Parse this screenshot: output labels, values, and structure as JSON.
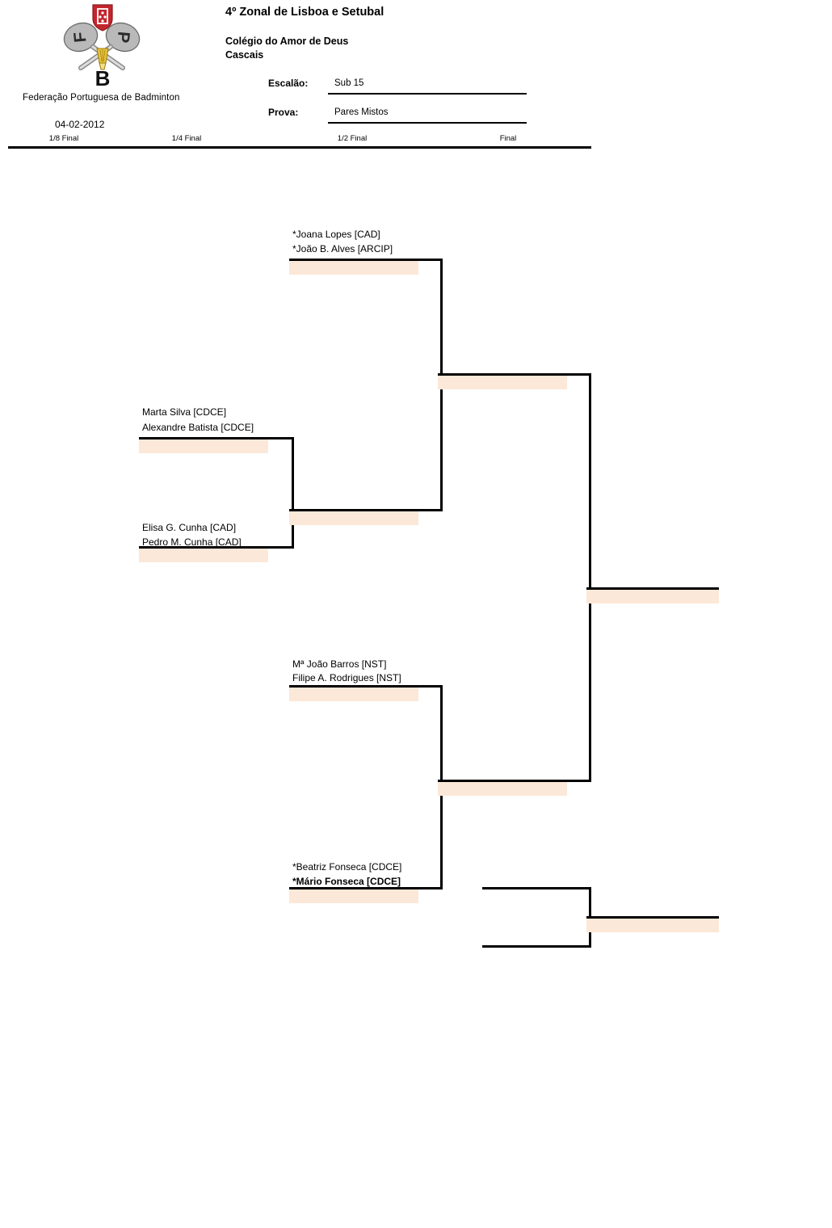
{
  "header": {
    "title": "4º Zonal de Lisboa e Setubal",
    "venue_line1": "Colégio do Amor de Deus",
    "venue_line2": "Cascais",
    "federation": "Federação Portuguesa de Badminton",
    "date": "04-02-2012",
    "fields": [
      {
        "label": "Escalão:",
        "value": "Sub 15"
      },
      {
        "label": "Prova:",
        "value": "Pares Mistos"
      }
    ],
    "logo_alt": "badminton-federation-logo"
  },
  "rounds": [
    {
      "label": "1/8 Final"
    },
    {
      "label": "1/4 Final"
    },
    {
      "label": "1/2 Final"
    },
    {
      "label": "Final"
    }
  ],
  "bracket": {
    "accent_shade": "#fce8d8",
    "line_color": "#000000",
    "entries": [
      {
        "id": "e1",
        "line1": "*Joana Lopes [CAD]",
        "line2": "*João B. Alves [ARCIP]",
        "line1_bold": false,
        "line2_bold": false
      },
      {
        "id": "e2",
        "line1": "Marta Silva [CDCE]",
        "line2": "Alexandre Batista [CDCE]",
        "line1_bold": false,
        "line2_bold": false
      },
      {
        "id": "e3",
        "line1": "Elisa G. Cunha [CAD]",
        "line2": "Pedro M. Cunha [CAD]",
        "line1_bold": false,
        "line2_bold": false
      },
      {
        "id": "e4",
        "line1": "Mª João Barros [NST]",
        "line2": "Filipe A. Rodrigues [NST]",
        "line1_bold": false,
        "line2_bold": false
      },
      {
        "id": "e5",
        "line1": "*Beatriz Fonseca [CDCE]",
        "line2": "*Mário Fonseca [CDCE]",
        "line1_bold": false,
        "line2_bold": true
      }
    ],
    "result_slots": [
      {
        "id": "qf-top",
        "text": ""
      },
      {
        "id": "qf-mid-upper",
        "text": ""
      },
      {
        "id": "qf-mid-lower",
        "text": ""
      },
      {
        "id": "sf-upper",
        "text": ""
      },
      {
        "id": "sf-lower-a",
        "text": ""
      },
      {
        "id": "sf-lower-b",
        "text": ""
      },
      {
        "id": "final-winner",
        "text": ""
      },
      {
        "id": "third-place-winner",
        "text": ""
      }
    ]
  }
}
